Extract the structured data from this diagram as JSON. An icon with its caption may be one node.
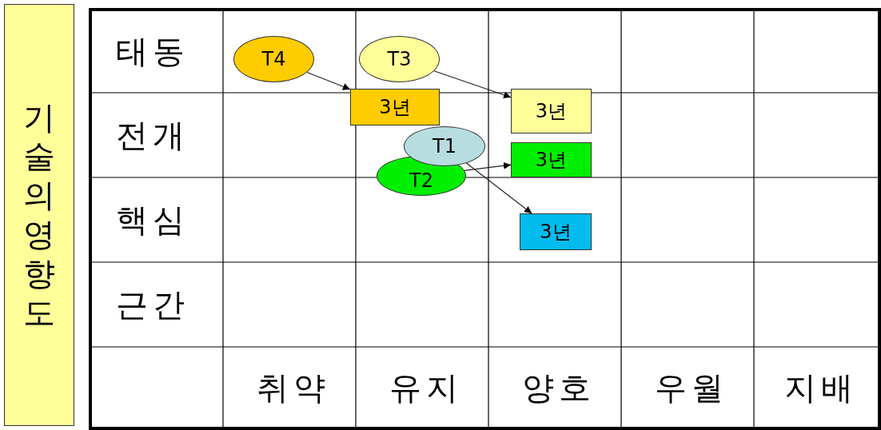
{
  "diagram": {
    "nodes": [
      {
        "text": [
          "기술의 영향도"
        ]
      },
      {
        "text": [
          "T4"
        ]
      },
      {
        "text": [
          "T3"
        ]
      },
      {
        "text": [
          "3년"
        ]
      },
      {
        "text": [
          "3년"
        ]
      },
      {
        "text": [
          "T2"
        ]
      },
      {
        "text": [
          "T1"
        ]
      },
      {
        "text": [
          "3년"
        ]
      },
      {
        "text": [
          "3년"
        ]
      }
    ],
    "edges": [
      {
        "from": 1,
        "to": 3,
        "arrow": "to"
      },
      {
        "from": 2,
        "to": 4,
        "arrow": "to"
      },
      {
        "from": 5,
        "to": 7,
        "arrow": "to"
      },
      {
        "from": 6,
        "to": 8,
        "arrow": "to"
      }
    ],
    "labels": [
      "태동",
      "전개",
      "핵심",
      "근간",
      "취약",
      "유지",
      "양호",
      "우월",
      "지배"
    ]
  }
}
